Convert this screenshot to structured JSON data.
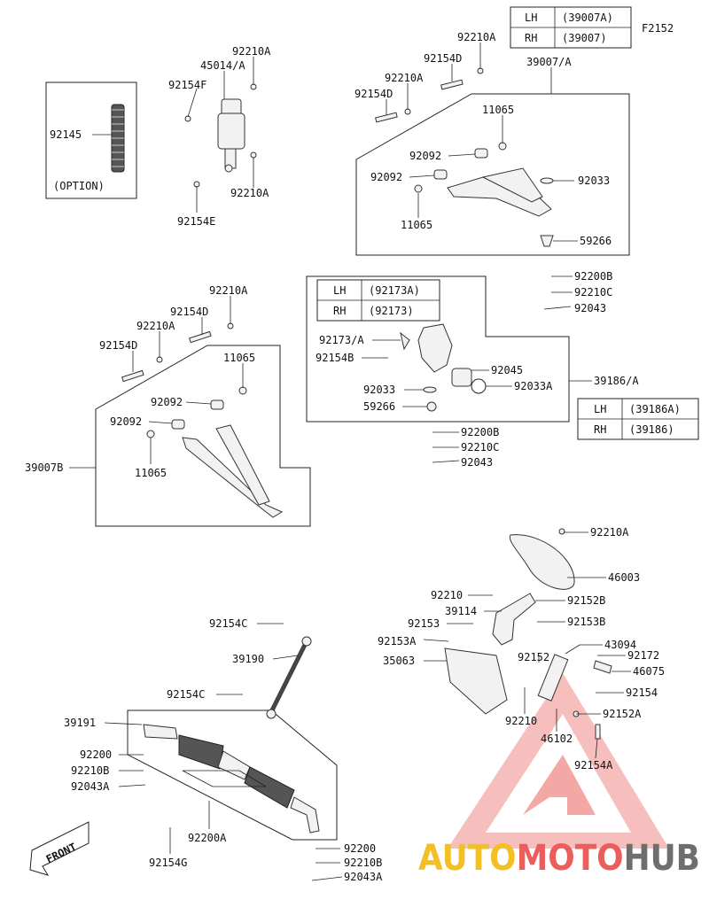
{
  "figure_code": "F2152",
  "brand": {
    "part1": "AUTO",
    "part2": "MOTO",
    "part3": "HUB",
    "color1": "#f0b400",
    "color2": "#e8423f",
    "color3": "#555555"
  },
  "tables": [
    {
      "rows": [
        {
          "side": "LH",
          "code": "(39007A)"
        },
        {
          "side": "RH",
          "code": "(39007)"
        }
      ]
    },
    {
      "rows": [
        {
          "side": "LH",
          "code": "(92173A)"
        },
        {
          "side": "RH",
          "code": "(92173)"
        }
      ]
    },
    {
      "rows": [
        {
          "side": "LH",
          "code": "(39186A)"
        },
        {
          "side": "RH",
          "code": "(39186)"
        }
      ]
    }
  ],
  "labels": [
    {
      "id": "spring",
      "text": "92145"
    },
    {
      "id": "option",
      "text": "(OPTION)"
    },
    {
      "id": "shock-top-nut",
      "text": "92210A"
    },
    {
      "id": "shock",
      "text": "45014/A"
    },
    {
      "id": "shock-top-bolt",
      "text": "92154F"
    },
    {
      "id": "shock-bottom-nut",
      "text": "92210A"
    },
    {
      "id": "shock-bottom-bolt",
      "text": "92154E"
    },
    {
      "id": "upper-nut-1",
      "text": "92210A"
    },
    {
      "id": "upper-bolt-1",
      "text": "92154D"
    },
    {
      "id": "upper-nut-2",
      "text": "92210A"
    },
    {
      "id": "upper-bolt-2",
      "text": "92154D"
    },
    {
      "id": "upper-arm",
      "text": "39007/A"
    },
    {
      "id": "upper-washer-1",
      "text": "11065"
    },
    {
      "id": "upper-bush-1",
      "text": "92092"
    },
    {
      "id": "upper-bush-2",
      "text": "92092"
    },
    {
      "id": "upper-clip",
      "text": "92033"
    },
    {
      "id": "upper-washer-2",
      "text": "11065"
    },
    {
      "id": "upper-joint",
      "text": "59266"
    },
    {
      "id": "upper-pin",
      "text": "92200B"
    },
    {
      "id": "upper-nut-3",
      "text": "92210C"
    },
    {
      "id": "upper-cotter",
      "text": "92043"
    },
    {
      "id": "lower-nut-1",
      "text": "92210A"
    },
    {
      "id": "lower-bolt-1",
      "text": "92154D"
    },
    {
      "id": "lower-nut-2",
      "text": "92210A"
    },
    {
      "id": "lower-bolt-2",
      "text": "92154D"
    },
    {
      "id": "lower-washer-1",
      "text": "11065"
    },
    {
      "id": "lower-bush-1",
      "text": "92092"
    },
    {
      "id": "lower-bush-2",
      "text": "92092"
    },
    {
      "id": "lower-washer-2",
      "text": "11065"
    },
    {
      "id": "lower-arm",
      "text": "39007B"
    },
    {
      "id": "knuckle-stud",
      "text": "92173/A"
    },
    {
      "id": "knuckle-bolt",
      "text": "92154B"
    },
    {
      "id": "knuckle-bearing",
      "text": "92045"
    },
    {
      "id": "knuckle-clip",
      "text": "92033"
    },
    {
      "id": "knuckle-circlip",
      "text": "92033A"
    },
    {
      "id": "knuckle-joint",
      "text": "59266"
    },
    {
      "id": "knuckle",
      "text": "39186/A"
    },
    {
      "id": "knuckle-pin",
      "text": "92200B"
    },
    {
      "id": "knuckle-nut",
      "text": "92210C"
    },
    {
      "id": "knuckle-cotter",
      "text": "92043"
    },
    {
      "id": "wheel-nut",
      "text": "92210A"
    },
    {
      "id": "steering-wheel",
      "text": "46003"
    },
    {
      "id": "column-nut",
      "text": "92210"
    },
    {
      "id": "column-bolt-1",
      "text": "92152B"
    },
    {
      "id": "column",
      "text": "39114"
    },
    {
      "id": "column-bolt-2",
      "text": "92153"
    },
    {
      "id": "column-bolt-3",
      "text": "92153B"
    },
    {
      "id": "bracket-bolt",
      "text": "92153A"
    },
    {
      "id": "damper-end",
      "text": "43094"
    },
    {
      "id": "damper-pin",
      "text": "92172"
    },
    {
      "id": "bracket",
      "text": "35063"
    },
    {
      "id": "damper-bolt",
      "text": "92152"
    },
    {
      "id": "damper-clip",
      "text": "46075"
    },
    {
      "id": "damper-bolt-2",
      "text": "92154"
    },
    {
      "id": "damper-nut",
      "text": "92210"
    },
    {
      "id": "damper",
      "text": "46102"
    },
    {
      "id": "damper-bolt-3",
      "text": "92152A"
    },
    {
      "id": "damper-bolt-4",
      "text": "92154A"
    },
    {
      "id": "shaft-bolt-1",
      "text": "92154C"
    },
    {
      "id": "shaft",
      "text": "39190"
    },
    {
      "id": "shaft-bolt-2",
      "text": "92154C"
    },
    {
      "id": "rack",
      "text": "39191"
    },
    {
      "id": "rack-pin-left",
      "text": "92200"
    },
    {
      "id": "rack-nut-left",
      "text": "92210B"
    },
    {
      "id": "rack-cotter-left",
      "text": "92043A"
    },
    {
      "id": "rack-pin-mid",
      "text": "92200A"
    },
    {
      "id": "rack-bolt",
      "text": "92154G"
    },
    {
      "id": "rack-pin-right",
      "text": "92200"
    },
    {
      "id": "rack-nut-right",
      "text": "92210B"
    },
    {
      "id": "rack-cotter-right",
      "text": "92043A"
    },
    {
      "id": "front",
      "text": "FRONT"
    }
  ]
}
